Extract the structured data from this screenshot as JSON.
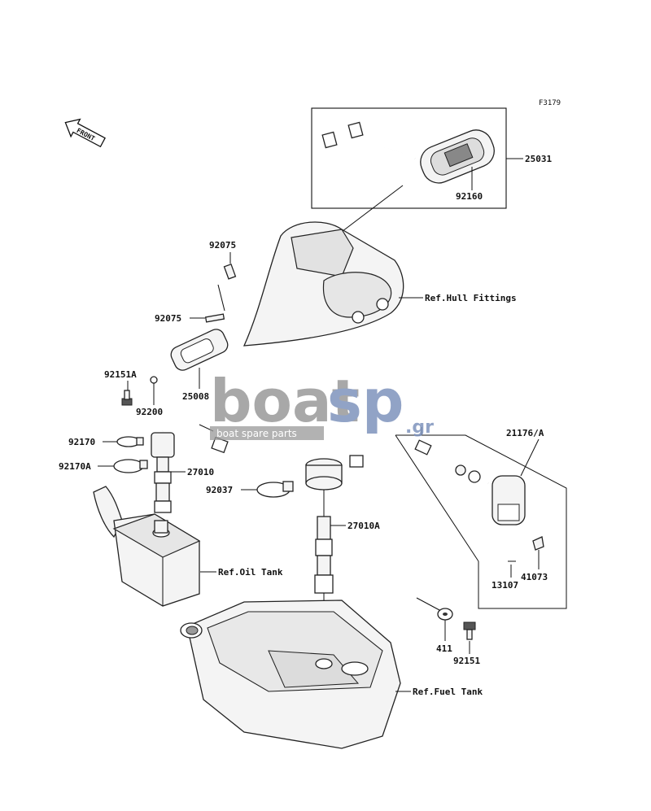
{
  "figure_id": "F3179",
  "front_label": "FRONT",
  "parts": {
    "p25031": "25031",
    "p92160": "92160",
    "p92075a": "92075",
    "p92075b": "92075",
    "p92151A": "92151A",
    "p92200": "92200",
    "p25008": "25008",
    "p92170": "92170",
    "p92170A": "92170A",
    "p27010": "27010",
    "p92037": "92037",
    "p27010A": "27010A",
    "p21176A": "21176/A",
    "p41073": "41073",
    "p13107": "13107",
    "p411": "411",
    "p92151": "92151"
  },
  "refs": {
    "hull": "Ref.Hull Fittings",
    "oil": "Ref.Oil Tank",
    "fuel": "Ref.Fuel Tank"
  },
  "watermark": {
    "brand_a": "boat",
    "brand_b": "sp",
    "tld": ".gr",
    "tagline": "boat spare parts",
    "color_grey": "#9a9a9a",
    "color_blue": "#7e93bd"
  }
}
